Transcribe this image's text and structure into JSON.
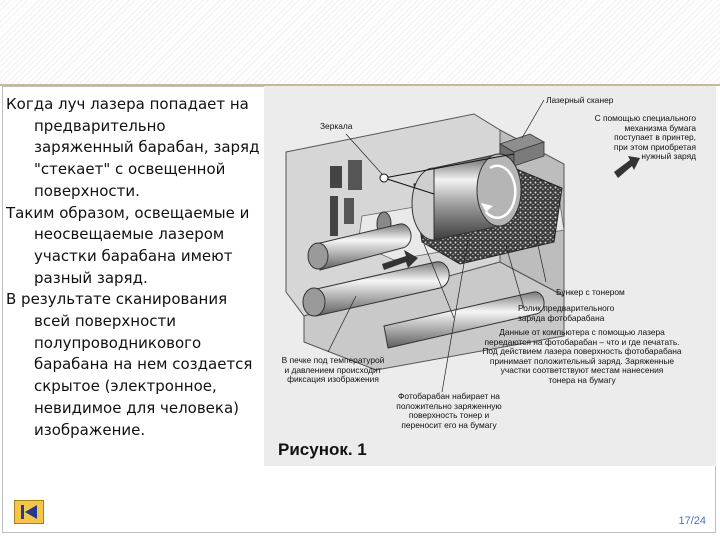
{
  "slide": {
    "paragraphs": [
      "Когда луч лазера попадает на предварительно заряженный барабан, заряд \"стекает\" с освещенной поверхности.",
      "Таким образом, освещаемые и неосвещаемые лазером участки барабана имеют разный заряд.",
      "В результате сканирования всей поверхности полупроводникового барабана на нем создается скрытое (электронное, невидимое для человека) изображение."
    ]
  },
  "figure": {
    "caption": "Рисунок. 1",
    "labels": {
      "laser_scanner": "Лазерный сканер",
      "mirrors": "Зеркала",
      "paper_mechanism": "С помощью специального\nмеханизма бумага\nпоступает в принтер,\nпри этом приобретая\nнужный заряд",
      "toner_hopper": "Бункер с тонером",
      "charge_roller": "Ролик предварительного\nзаряда фотобарабана",
      "data_transfer": "Данные от компьютера с помощью лазера\nпередаются на фотобарабан – что и где печатать.\nПод действием лазера поверхность фотобарабана\nпринимает положительный заряд. Заряженные\nучастки соответствуют местам нанесения\nтонера на бумагу",
      "fuser": "В печке под температурой\nи давлением происходит\nфиксация изображения",
      "drum": "Фотобарабан набирает на\nположительно заряженную\nповерхность тонер и\nпереносит его на бумагу"
    }
  },
  "navigation": {
    "back_icon": "skip-back-icon"
  },
  "page": {
    "number": "17/24"
  },
  "colors": {
    "accent_rule": "#c9b98f",
    "nav_button": "#f4c54a",
    "page_number": "#4a78b5"
  }
}
